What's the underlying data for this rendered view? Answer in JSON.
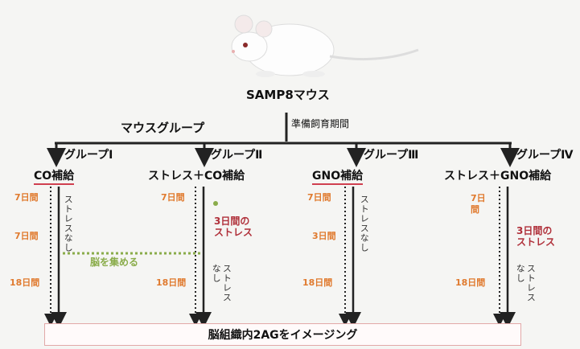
{
  "title": "SAMP8マウス",
  "mouse_group_label": "マウスグループ",
  "acclimation_label": "準備飼育期間",
  "groups": [
    {
      "name": "グループⅠ",
      "treatment": "CO補給",
      "days": [
        "7日間",
        "7日間",
        "18日間"
      ],
      "no_stress": "ストレスなし"
    },
    {
      "name": "グループⅡ",
      "treatment": "ストレス＋CO補給",
      "days": [
        "7日間",
        "18日間"
      ],
      "stress": "3日間の\nストレス",
      "no_stress": "ストレス\nなし"
    },
    {
      "name": "グループⅢ",
      "treatment": "GNO補給",
      "days": [
        "7日間",
        "3日間",
        "18日間"
      ],
      "no_stress": "ストレスなし"
    },
    {
      "name": "グループⅣ",
      "treatment": "ストレス＋GNO補給",
      "days": [
        "7日\n間",
        "18日間"
      ],
      "stress": "3日間の\nストレス",
      "no_stress": "ストレス\nなし"
    }
  ],
  "brain_collection": "脳を集める",
  "imaging": "脳組織内2AGをイメージング",
  "colors": {
    "day": "#e07a2e",
    "stress": "#b0303a",
    "green": "#8aac4a",
    "arrow": "#222222",
    "underline": "#d04050"
  }
}
